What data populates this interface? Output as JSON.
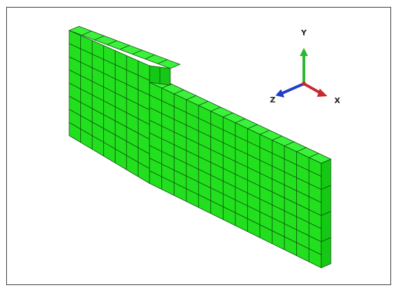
{
  "viewport": {
    "background": "#ffffff",
    "border_color": "#3a3a3a"
  },
  "model": {
    "kind": "stepped-beam-mesh",
    "element_color": "#22e01e",
    "edge_color": "#0a4a0a",
    "top_color": "#3af23a",
    "side_color": "#14c814"
  },
  "triad": {
    "labels": {
      "y": "Y",
      "z": "Z",
      "x": "X"
    },
    "colors": {
      "y": "#2fb82f",
      "z": "#1f3fc8",
      "x": "#c8282e"
    }
  }
}
